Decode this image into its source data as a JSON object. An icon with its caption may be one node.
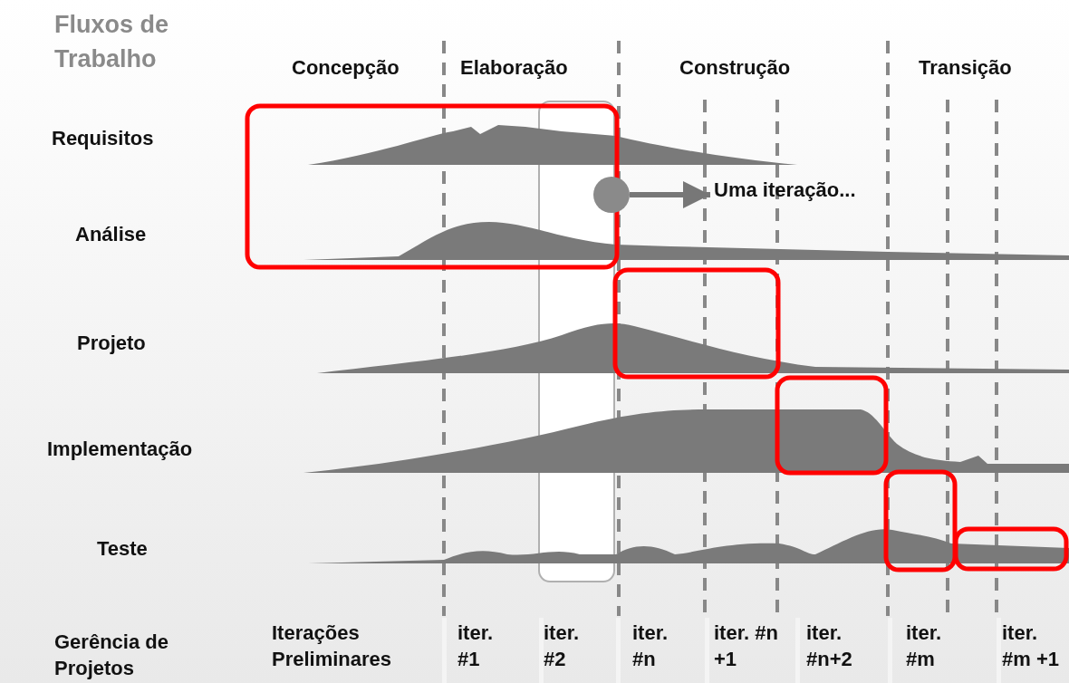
{
  "diagram": {
    "title": "Fluxos de Trabalho",
    "nodes": [
      {
        "text": [],
        "shape": "circle"
      },
      {
        "text": [
          "Uma iteração..."
        ]
      }
    ],
    "edges": [
      {
        "from": 0,
        "to": 1,
        "arrow": "to"
      }
    ],
    "labels": [
      "Concepção",
      "Elaboração",
      "Construção",
      "Transição",
      "Requisitos",
      "Análise",
      "Projeto",
      "Implementação",
      "Teste",
      "Gerência de Projetos",
      "Iterações Preliminares",
      "iter. #1",
      "iter. #2",
      "iter. #n",
      "iter. #n +1",
      "iter. #n+2",
      "iter. #m",
      "iter. #m +1"
    ]
  }
}
